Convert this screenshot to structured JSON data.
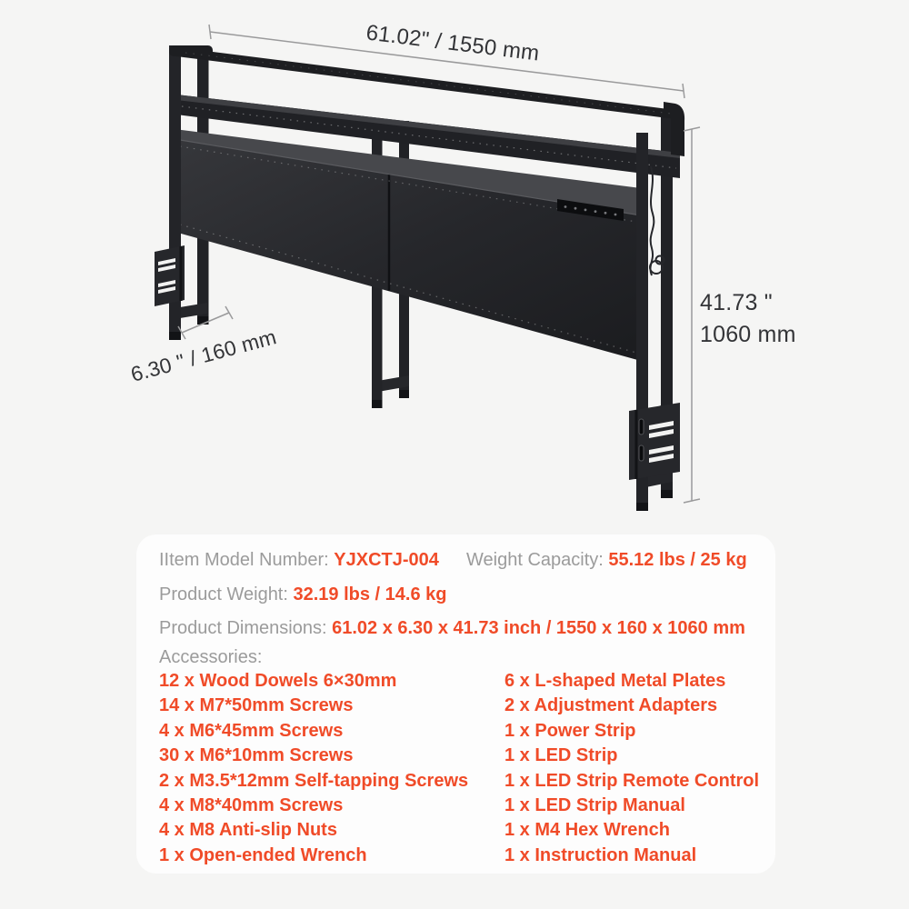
{
  "product_diagram": {
    "width_label": "61.02\" / 1550 mm",
    "height_label_line1": "41.73 \"",
    "height_label_line2": "1060 mm",
    "depth_label": "6.30 \" / 160 mm"
  },
  "spec_card": {
    "model": {
      "label": "IItem Model Number:",
      "value": "YJXCTJ-004"
    },
    "weight_capacity": {
      "label": "Weight Capacity:",
      "value": "55.12 lbs / 25 kg"
    },
    "product_weight": {
      "label": "Product Weight:",
      "value": "32.19 lbs / 14.6 kg"
    },
    "product_dimensions": {
      "label": "Product Dimensions:",
      "value": "61.02 x 6.30 x 41.73 inch / 1550 x 160 x 1060 mm"
    },
    "accessories_label": "Accessories:",
    "accessories_left": [
      "12 x Wood Dowels 6×30mm",
      "14 x M7*50mm Screws",
      "4 x M6*45mm Screws",
      "30 x M6*10mm Screws",
      "2 x M3.5*12mm Self-tapping Screws",
      "4 x M8*40mm Screws",
      "4 x M8 Anti-slip Nuts",
      "1 x Open-ended Wrench"
    ],
    "accessories_right": [
      "6 x L-shaped Metal Plates",
      "2 x Adjustment Adapters",
      "1 x Power Strip",
      "1 x LED Strip",
      "1 x LED Strip Remote Control",
      "1 x LED Strip Manual",
      "1 x M4 Hex Wrench",
      "1 x Instruction Manual"
    ]
  },
  "colors": {
    "accent_orange": "#F04B28",
    "label_gray": "#9B9B9B",
    "dimension_text": "#333437",
    "page_background": "#F5F5F4",
    "card_background": "#FDFDFD",
    "furniture_black": "#1D1E21"
  }
}
